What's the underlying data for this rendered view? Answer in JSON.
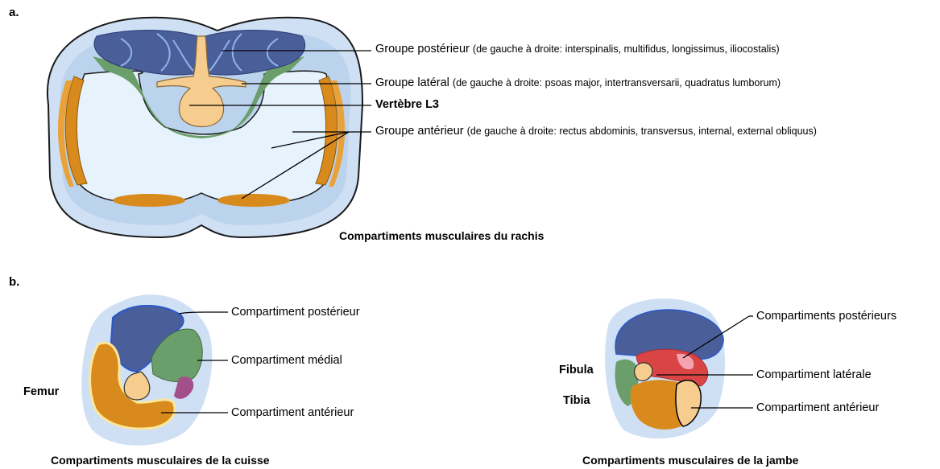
{
  "panel_a": {
    "label": "a.",
    "caption": "Compartiments musculaires du rachis",
    "callouts": [
      {
        "name": "Groupe postérieur",
        "detail": "(de gauche à droite: interspinalis, multifidus, longissimus, iliocostalis)"
      },
      {
        "name": "Groupe latéral",
        "detail": "(de gauche à droite: psoas major, intertransversarii, quadratus lumborum)"
      },
      {
        "name": "Vertèbre L3",
        "detail": ""
      },
      {
        "name": "Groupe antérieur",
        "detail": "(de gauche à droite: rectus abdominis, transversus, internal, external obliquus)"
      }
    ]
  },
  "panel_b": {
    "label": "b.",
    "thigh": {
      "caption": "Compartiments musculaires de la cuisse",
      "bone_label": "Femur",
      "callouts": [
        "Compartiment postérieur",
        "Compartiment médial",
        "Compartiment antérieur"
      ]
    },
    "leg": {
      "caption": "Compartiments musculaires de la jambe",
      "bone_labels": [
        "Fibula",
        "Tibia"
      ],
      "callouts": [
        "Compartiments postérieurs",
        "Compartiment latérale",
        "Compartiment antérieur"
      ]
    }
  },
  "colors": {
    "posterior": "#4a5e9a",
    "lateral": "#6a9e6a",
    "anterior": "#d98a1c",
    "bone": "#f6cd8e",
    "skin": "#cfe0f5",
    "cavity": "#e3f0fb",
    "lateral_leg": "#d94545",
    "medial_extra": "#a3508a"
  }
}
